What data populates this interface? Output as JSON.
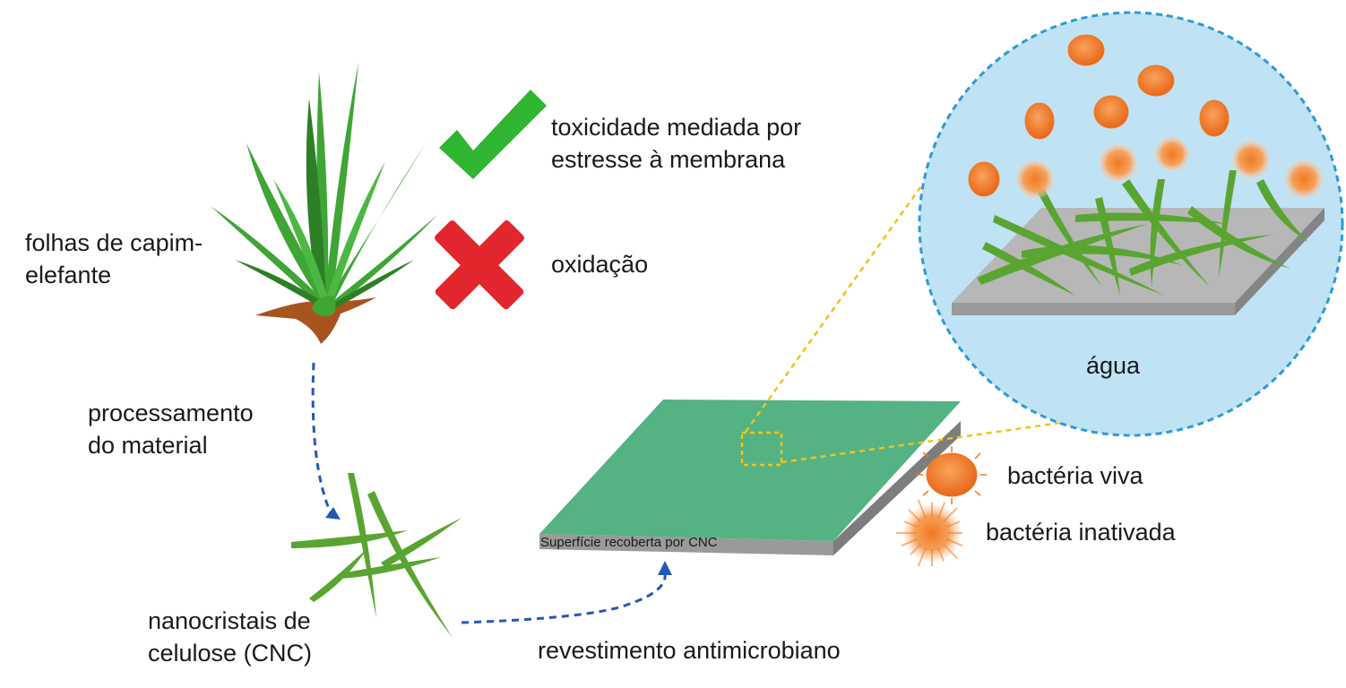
{
  "labels": {
    "plant_line1": "folhas de capim-",
    "plant_line2": "elefante",
    "check_line1": "toxicidade mediada por",
    "check_line2": "estresse à membrana",
    "cross": "oxidação",
    "process_line1": "processamento",
    "process_line2": "do material",
    "cnc_line1": "nanocristais de",
    "cnc_line2": "celulose (CNC)",
    "coating": "revestimento antimicrobiano",
    "surface": "Superfície recoberta por CNC",
    "water": "água",
    "live": "bactéria viva",
    "inactive": "bactéria inativada"
  },
  "icons": {
    "check": "check-icon",
    "cross": "cross-icon",
    "plant": "elephant-grass-icon",
    "cnc": "cellulose-nanocrystal-icon",
    "live": "live-bacterium-icon",
    "inactive": "inactivated-bacterium-icon"
  },
  "colors": {
    "leaf": "#3fa535",
    "leaf_dark": "#2d7f26",
    "soil": "#a8541f",
    "check": "#2fb52f",
    "cross": "#e3262b",
    "surface": "#55b283",
    "substrate": "#9a9a9a",
    "water": "#bfe3f5",
    "water_border": "#2c9bd6",
    "bacterium": "#f07a21",
    "zoom_line": "#f0c419",
    "arrow": "#2458b8"
  }
}
